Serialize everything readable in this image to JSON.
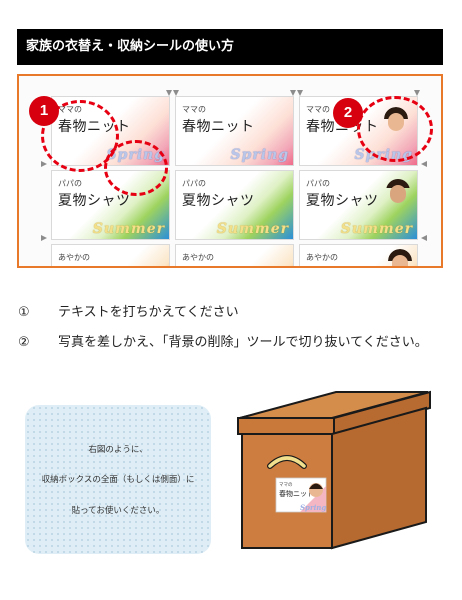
{
  "title": "家族の衣替え・収納シールの使い方",
  "preview": {
    "badges": [
      "1",
      "2"
    ],
    "rows": [
      {
        "small": "ママの",
        "big": "春物ニット",
        "season": "Spring",
        "type": "spring"
      },
      {
        "small": "パパの",
        "big": "夏物シャツ",
        "season": "Summer",
        "type": "summer"
      },
      {
        "small": "あやかの",
        "big": "",
        "season": "",
        "type": "third"
      }
    ]
  },
  "steps": [
    {
      "num": "①",
      "text": "テキストを打ちかえてください"
    },
    {
      "num": "②",
      "text": "写真を差しかえ、「背景の削除」ツールで切り抜いてください。"
    }
  ],
  "note": {
    "line1": "右図のように、",
    "line2": "収納ボックスの全面（もしくは側面）に",
    "line3": "貼ってお使いください。"
  },
  "box_label": {
    "small": "ママの",
    "big": "春物ニット",
    "season": "Spring"
  },
  "colors": {
    "frame": "#e8792b",
    "marker": "#e60012",
    "box": "#cd7d3f"
  }
}
